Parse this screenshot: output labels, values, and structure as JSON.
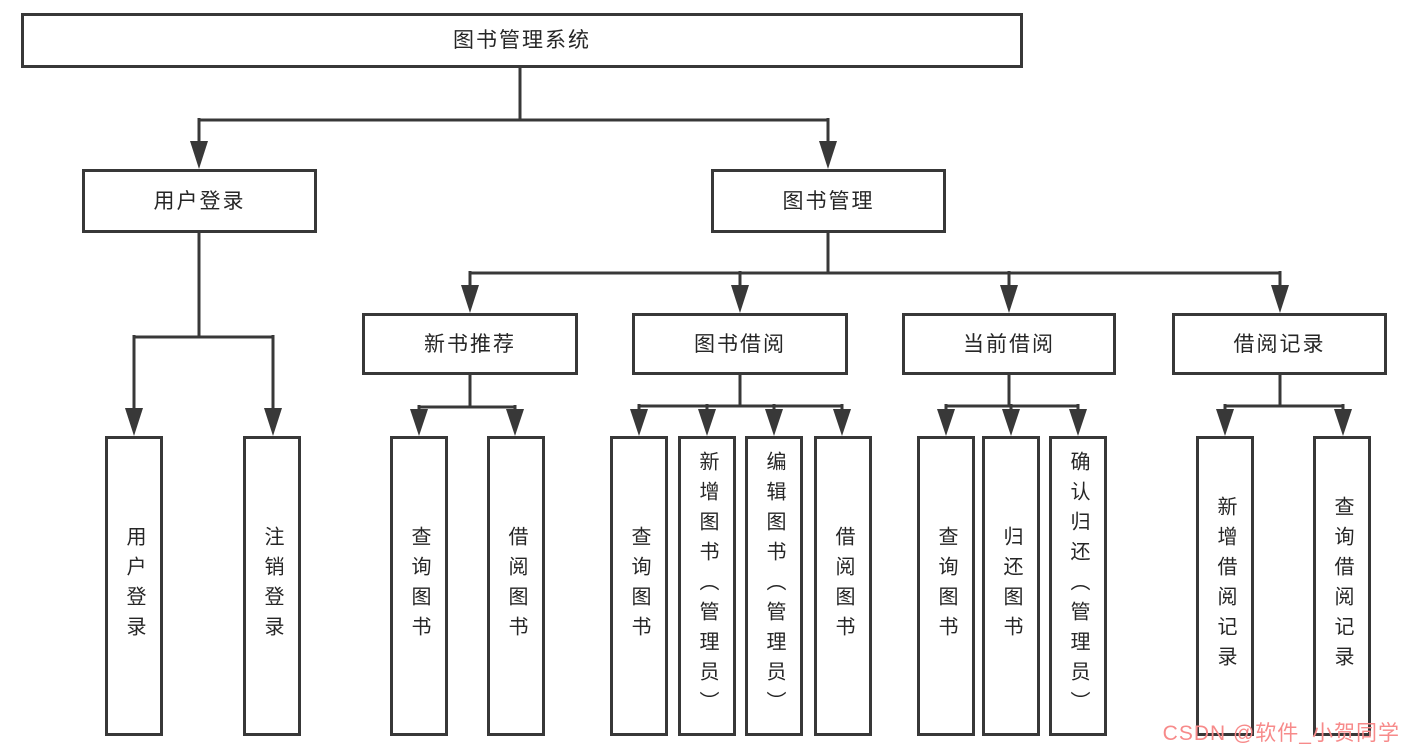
{
  "colors": {
    "line": "#383838",
    "text": "#262626",
    "watermark": "#f78a8a",
    "background": "#ffffff"
  },
  "diagram": {
    "type": "hierarchy-tree",
    "root": {
      "label": "图书管理系统"
    },
    "branches": [
      {
        "label": "用户登录",
        "children": [
          {
            "label": "用户登录"
          },
          {
            "label": "注销登录"
          }
        ]
      },
      {
        "label": "图书管理",
        "children": [
          {
            "label": "新书推荐",
            "children": [
              {
                "label": "查询图书"
              },
              {
                "label": "借阅图书"
              }
            ]
          },
          {
            "label": "图书借阅",
            "children": [
              {
                "label": "查询图书"
              },
              {
                "label": "新增图书（管理员）"
              },
              {
                "label": "编辑图书（管理员）"
              },
              {
                "label": "借阅图书"
              }
            ]
          },
          {
            "label": "当前借阅",
            "children": [
              {
                "label": "查询图书"
              },
              {
                "label": "归还图书"
              },
              {
                "label": "确认归还（管理员）"
              }
            ]
          },
          {
            "label": "借阅记录",
            "children": [
              {
                "label": "新增借阅记录"
              },
              {
                "label": "查询借阅记录"
              }
            ]
          }
        ]
      }
    ]
  },
  "watermark": {
    "text": "CSDN @软件_小贺同学"
  }
}
